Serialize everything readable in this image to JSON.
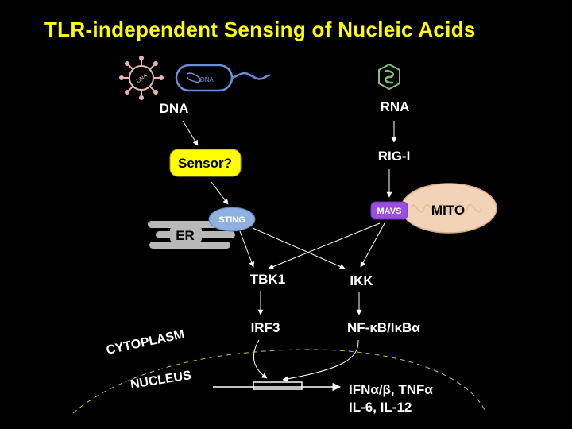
{
  "title": "TLR-independent Sensing of Nucleic Acids",
  "nodes": {
    "dna": "DNA",
    "rna": "RNA",
    "sensor": "Sensor?",
    "rig_i": "RIG-I",
    "sting": "STING",
    "mavs": "MAVS",
    "mito": "MITO",
    "er": "ER",
    "tbk1": "TBK1",
    "ikk": "IKK",
    "irf3": "IRF3",
    "nfkb": "NF-κB/IκBα"
  },
  "regions": {
    "cytoplasm": "CYTOPLASM",
    "nucleus": "NUCLEUS"
  },
  "outputs": {
    "line1": "IFNα/β, TNFα",
    "line2": "IL-6, IL-12"
  },
  "icons": {
    "virus_label": "DNA",
    "bacterium_label": "DNA"
  },
  "colors": {
    "title": "#ffff00",
    "sensor_fill": "#ffff00",
    "sting_fill": "#8fb0e0",
    "mavs_fill": "#9b4fe0",
    "mito_fill": "#f3d3b8",
    "er_fill": "#b8b8b8",
    "nucleus_boundary": "#c8c040",
    "virus": "#e8b4b0",
    "bacterium": "#6a8fd8",
    "rna_icon": "#7cc07c"
  }
}
